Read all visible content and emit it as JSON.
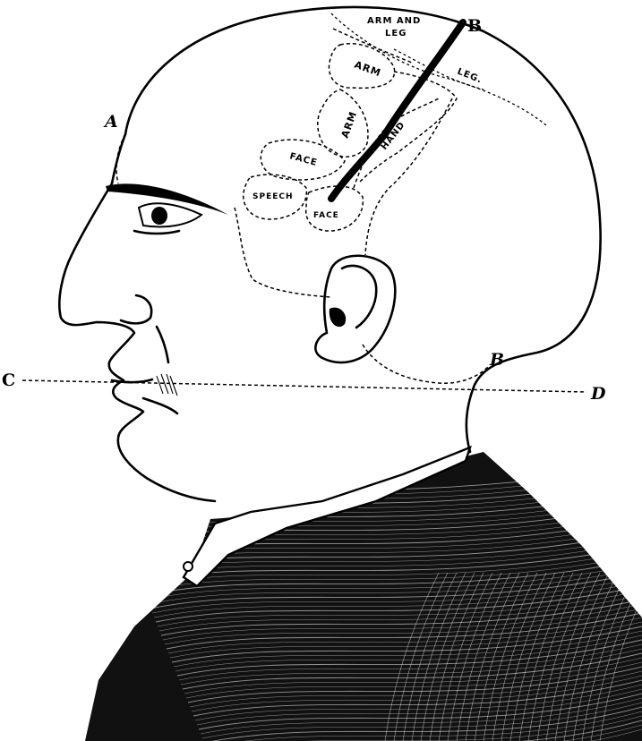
{
  "regions": {
    "arm_and_leg": [
      "ARM AND",
      "LEG"
    ],
    "leg": "LEG.",
    "arm_upper": "ARM",
    "arm_lower": "ARM",
    "hand": "HAND",
    "face_upper": "FACE",
    "face_lower": "FACE",
    "speech": "SPEECH"
  },
  "points": {
    "a": "A",
    "b_top": "B",
    "b_lower": "B",
    "c": "C",
    "d": "D"
  },
  "colors": {
    "ink": "#000000",
    "paper": "#ffffff"
  }
}
